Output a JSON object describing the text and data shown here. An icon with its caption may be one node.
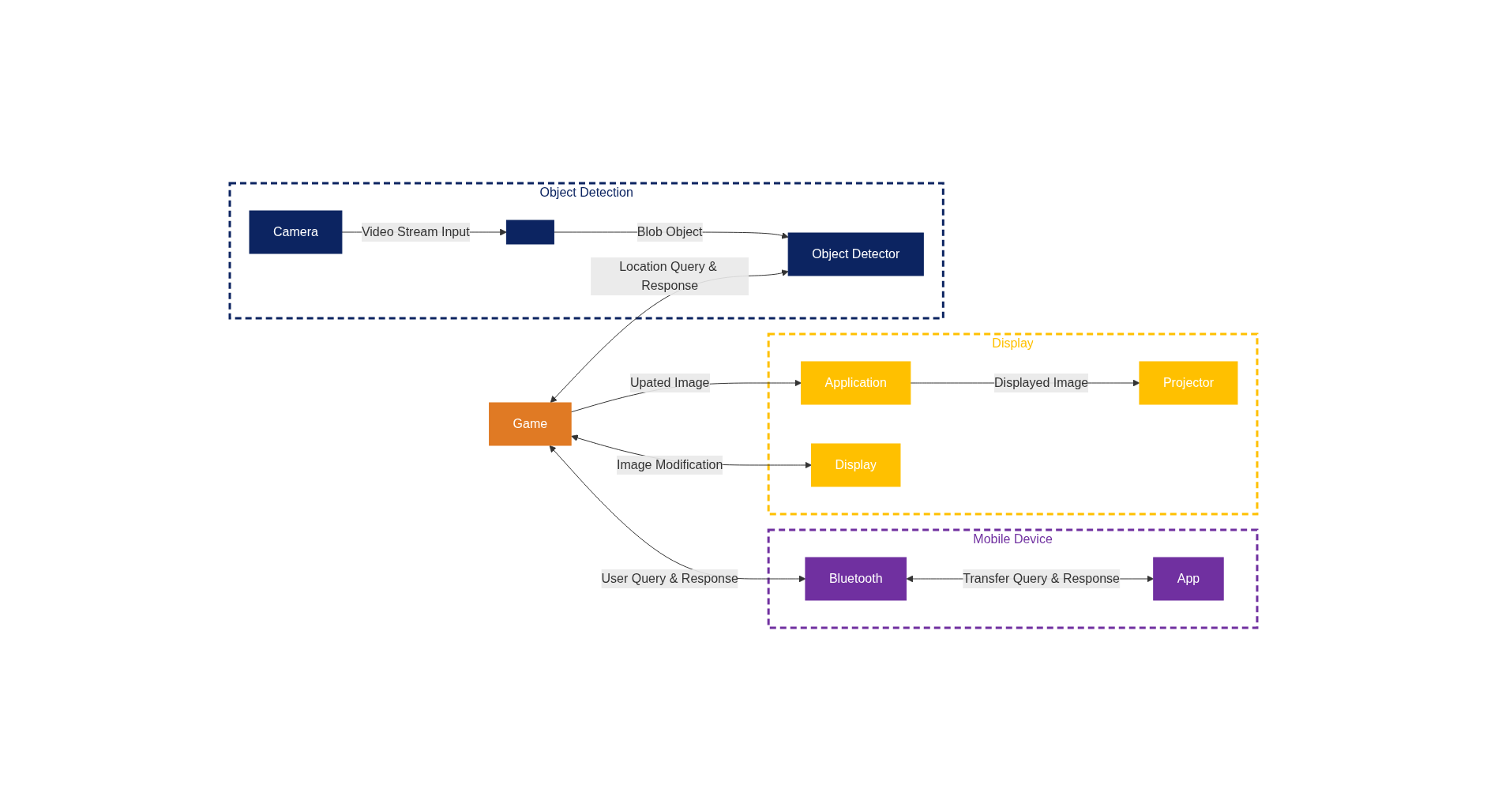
{
  "diagram": {
    "nodes": [
      {
        "text": [
          "Display"
        ]
      },
      {
        "text": [
          "Projector"
        ],
        "in": 0
      },
      {
        "text": [
          "Application"
        ],
        "in": 0
      },
      {
        "text": [
          "Display"
        ],
        "in": 0
      },
      {
        "text": [
          "Game"
        ]
      },
      {
        "text": [
          "Object Detection"
        ]
      },
      {
        "text": [
          "Camera"
        ],
        "in": 5
      },
      {
        "text": [
          "Object Detector"
        ],
        "in": 5
      },
      {
        "text": [],
        "shape": "box",
        "in": 5
      },
      {
        "text": [
          "Mobile Device"
        ]
      },
      {
        "text": [
          "Bluetooth"
        ],
        "in": 9
      },
      {
        "text": [
          "App"
        ],
        "in": 9
      }
    ],
    "edges": [
      {
        "from": 2,
        "to": 1,
        "arrow": "to",
        "label": "Displayed Image"
      },
      {
        "from": 4,
        "to": 2,
        "arrow": "to",
        "label": "Upated Image"
      },
      {
        "from": 4,
        "to": 3,
        "arrow": "both",
        "label": "Image Modification"
      },
      {
        "from": 4,
        "to": 7,
        "arrow": "both",
        "label": "Location Query & Response"
      },
      {
        "from": 6,
        "to": 8,
        "arrow": "to",
        "label": "Video Stream Input"
      },
      {
        "from": 8,
        "to": 7,
        "arrow": "to",
        "label": "Blob Object"
      },
      {
        "from": 4,
        "to": 10,
        "arrow": "both",
        "label": "User Query & Response"
      },
      {
        "from": 10,
        "to": 11,
        "arrow": "both",
        "label": "Transfer Query & Response"
      }
    ]
  }
}
